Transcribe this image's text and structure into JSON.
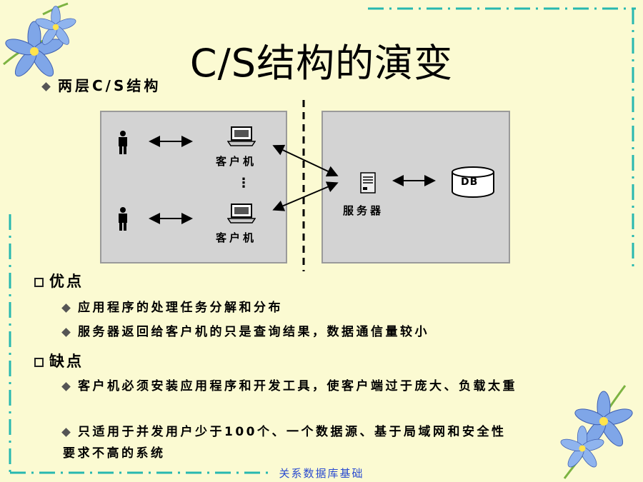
{
  "title": "C/S结构的演变",
  "subtitle": "两层C/S结构",
  "diagram": {
    "client_label_1": "客户机",
    "client_label_2": "客户机",
    "ellipsis": "⋮",
    "server_label": "服务器",
    "db_label": "DB"
  },
  "advantages": {
    "heading": "优点",
    "items": [
      "应用程序的处理任务分解和分布",
      "服务器返回给客户机的只是查询结果，数据通信量较小"
    ]
  },
  "disadvantages": {
    "heading": "缺点",
    "items": [
      "客户机必须安装应用程序和开发工具，使客户端过于庞大、负载太重",
      "只适用于并发用户少于100个、一个数据源、基于局域网和安全性要求不高的系统"
    ]
  },
  "footer": "关系数据库基础",
  "colors": {
    "background": "#fbfad2",
    "panel": "#d3d3d3",
    "dash_border": "#27b8b0",
    "footer_text": "#2a4bd0",
    "flower": "#7fa6e8"
  }
}
